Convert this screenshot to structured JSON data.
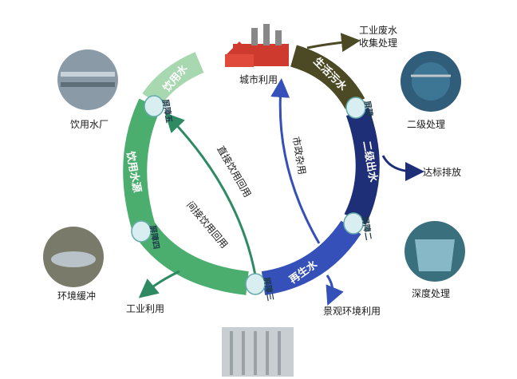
{
  "labels": {
    "city_use": "城市利用",
    "industrial_wastewater": "工业废水\n收集处理",
    "secondary_treatment": "二级处理",
    "discharge": "达标排放",
    "deep_treatment": "深度处理",
    "landscape_use": "景观环境利用",
    "industrial_use": "工业利用",
    "env_buffer": "环境缓冲",
    "drinking_plant": "饮用水厂"
  },
  "arcs": {
    "drinking_water": "饮用水",
    "drinking_source": "饮用水源",
    "domestic_sewage": "生活污水",
    "secondary_effluent": "二级出水",
    "reclaimed_water": "再生水"
  },
  "barriers": {
    "b1": "屏障一",
    "b2": "屏障二",
    "b3": "屏障三",
    "b4": "屏障四",
    "b5": "屏障五"
  },
  "inner": {
    "municipal": "市政杂用",
    "direct_potable": "直接饮用回用",
    "indirect_potable": "间接饮用回用"
  },
  "colors": {
    "light_green": "#a8d8b0",
    "mid_green": "#4cae6e",
    "dark_olive": "#4b4a24",
    "navy": "#1e2f78",
    "blue": "#3550b8",
    "teal_green": "#2d8a63"
  }
}
